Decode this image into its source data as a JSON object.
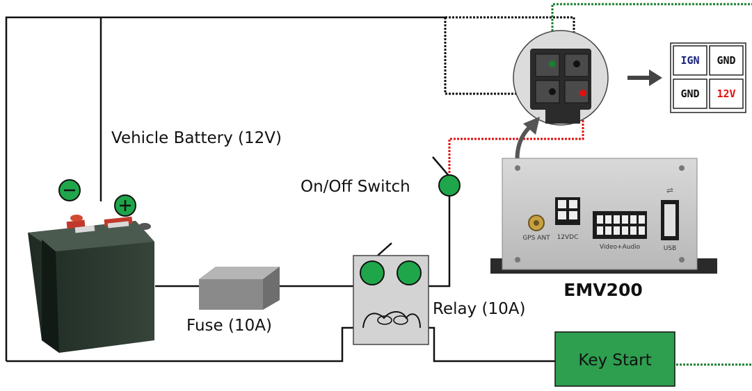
{
  "labels": {
    "battery": "Vehicle Battery (12V)",
    "switch": "On/Off Switch",
    "fuse": "Fuse (10A)",
    "relay": "Relay (10A)",
    "device": "EMV200",
    "key_start": "Key Start"
  },
  "pinout": {
    "ign": "IGN",
    "gnd_top": "GND",
    "gnd_bottom": "GND",
    "v12": "12V"
  },
  "device_ports": {
    "gps": "GPS ANT",
    "power": "12VDC",
    "video": "Video+Audio",
    "usb": "USB"
  },
  "colors": {
    "wire": "#111111",
    "ign_wire": "#1a7f2e",
    "power_wire": "#e01010",
    "switch_green": "#1fa64a",
    "key_start_bg": "#2e9e4f",
    "ign_text": "#1a237e",
    "v12_text": "#e01010"
  }
}
